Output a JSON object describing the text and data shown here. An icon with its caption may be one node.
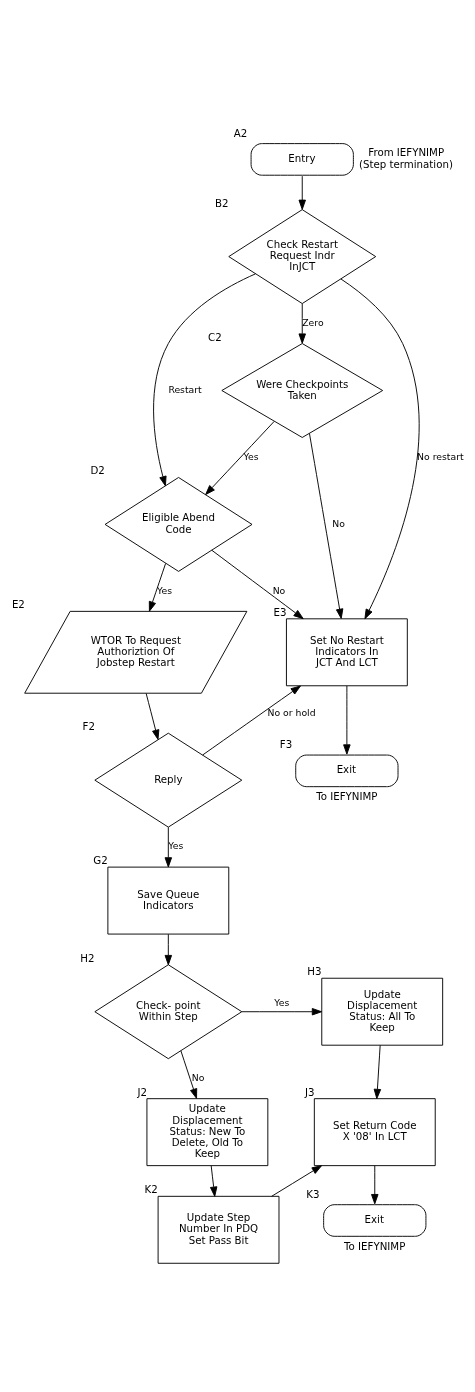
{
  "diagram": {
    "nodes": [
      {
        "text": [
          "Entry"
        ],
        "beside": [
          "A2",
          "From IEFYNIMP (Step termination)"
        ]
      },
      {
        "text": [
          "Check Restart Request Indr InJCT"
        ],
        "beside": [
          "B2"
        ]
      },
      {
        "text": [
          "Were Checkpoints Taken"
        ],
        "beside": [
          "C2"
        ]
      },
      {
        "text": [
          "Eligible Abend Code"
        ],
        "beside": [
          "D2"
        ]
      },
      {
        "text": [
          "WTOR To Request Authoriztion Of Jobstep Restart"
        ],
        "beside": [
          "E2"
        ]
      },
      {
        "text": [
          "Reply"
        ],
        "beside": [
          "F2"
        ]
      },
      {
        "text": [
          "Save Queue Indicators"
        ],
        "beside": [
          "G2"
        ]
      },
      {
        "text": [
          "Check- point Within Step"
        ],
        "beside": [
          "H2"
        ]
      },
      {
        "text": [
          "Update Displacement Status: New To Delete, Old To Keep"
        ],
        "beside": [
          "J2"
        ]
      },
      {
        "text": [
          "Update Step Number In PDQ Set Pass Bit"
        ],
        "beside": [
          "K2"
        ]
      },
      {
        "text": [
          "Set No Restart Indicators In JCT And LCT"
        ],
        "beside": [
          "E3"
        ]
      },
      {
        "text": [
          "Exit"
        ],
        "beside": [
          "F3",
          "To IEFYNIMP"
        ]
      },
      {
        "text": [
          "Update Displacement Status: All To Keep"
        ],
        "beside": [
          "H3"
        ]
      },
      {
        "text": [
          "Set Return Code X '08' In LCT"
        ],
        "beside": [
          "J3"
        ]
      },
      {
        "text": [
          "Exit"
        ],
        "beside": [
          "K3",
          "To IEFYNIMP"
        ]
      }
    ],
    "edges": [
      {
        "from": 0,
        "to": 1,
        "arrow": "to"
      },
      {
        "from": 1,
        "to": 3,
        "arrow": "to",
        "label": "Restart"
      },
      {
        "from": 1,
        "to": 10,
        "arrow": "to",
        "label": "No restart"
      },
      {
        "from": 1,
        "to": 2,
        "arrow": "to",
        "label": "Zero"
      },
      {
        "from": 2,
        "to": 10,
        "arrow": "to",
        "label": "No"
      },
      {
        "from": 2,
        "to": 3,
        "arrow": "to",
        "label": "Yes"
      },
      {
        "from": 3,
        "to": 10,
        "arrow": "to",
        "label": "No"
      },
      {
        "from": 3,
        "to": 4,
        "arrow": "to",
        "label": "Yes"
      },
      {
        "from": 4,
        "to": 5,
        "arrow": "to"
      },
      {
        "from": 5,
        "to": 10,
        "arrow": "to",
        "label": "No or hold"
      },
      {
        "from": 5,
        "to": 6,
        "arrow": "to",
        "label": "Yes"
      },
      {
        "from": 10,
        "to": 11,
        "arrow": "to"
      },
      {
        "from": 6,
        "to": 7,
        "arrow": "to"
      },
      {
        "from": 7,
        "to": 12,
        "arrow": "to",
        "label": "Yes"
      },
      {
        "from": 7,
        "to": 8,
        "arrow": "to",
        "label": "No"
      },
      {
        "from": 12,
        "to": 13,
        "arrow": "to"
      },
      {
        "from": 8,
        "to": 9,
        "arrow": "to"
      },
      {
        "from": 9,
        "to": 13,
        "arrow": "to"
      },
      {
        "from": 13,
        "to": 14,
        "arrow": "to"
      }
    ]
  }
}
